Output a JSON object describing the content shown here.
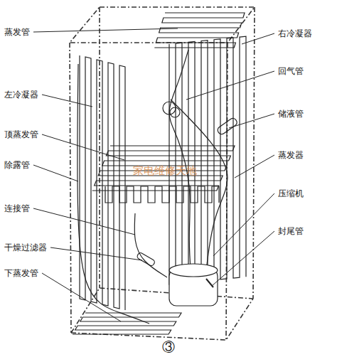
{
  "diagram": {
    "caption": "③",
    "labels": [
      "蒸发管",
      "左冷凝器",
      "顶蒸发管",
      "除露管",
      "连接管",
      "干燥过滤器",
      "下蒸发管",
      "右冷凝器",
      "回气管",
      "储液管",
      "蒸发器",
      "压缩机",
      "封尾管",
      "家电维修天地"
    ]
  }
}
